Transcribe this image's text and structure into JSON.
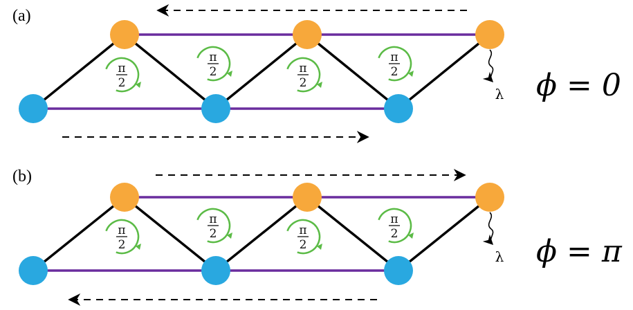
{
  "panels": [
    {
      "label": "(a)",
      "phase_label": "ϕ = 0",
      "flux_numerator": "π",
      "flux_denominator": "2",
      "decay_label": "λ"
    },
    {
      "label": "(b)",
      "phase_label": "ϕ = π",
      "flux_numerator": "π",
      "flux_denominator": "2",
      "decay_label": "λ"
    }
  ],
  "colors": {
    "top_site": "#F7A83B",
    "bottom_site": "#29A8E0",
    "horizontal_bond": "#6A2D9E",
    "diagonal_bond": "#000000",
    "flux_arrow": "#5BBB46",
    "dashed_arrow": "#000000"
  }
}
